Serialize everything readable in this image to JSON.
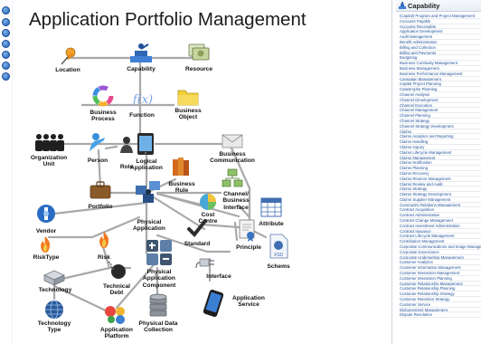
{
  "diagram": {
    "title": "Application Portfolio Management",
    "nodes": {
      "location": "Location",
      "capability": "Capability",
      "resource": "Resource",
      "business_process": "Business\nProcess",
      "function": "Function",
      "business_object": "Business\nObject",
      "organization_unit": "Organization\nUnit",
      "person": "Person",
      "role": "Role",
      "logical_application": "Logical\nApplication",
      "business_communication": "Business\nCommunication",
      "portfolio": "Portfolio",
      "business_rule": "Business\nRule",
      "channel_business_interface": "Channel/\nBusiness\nInterface",
      "cost_centre": "Cost\nCentre",
      "attribute": "Attribute",
      "vendor": "Vendor",
      "physical_application": "Physical\nApplication",
      "risk_type": "RiskType",
      "risk": "Risk",
      "standard": "Standard",
      "principle": "Principle",
      "schems": "Schems",
      "physical_application_component": "Physical\nApplication\nComponent",
      "technology": "Technology",
      "technical_debt": "Technical\nDebt",
      "interface": "Interface",
      "application_service": "Application\nService",
      "technology_type": "Technology\nType",
      "application_platform": "Application\nPlatform",
      "physical_data_collection": "Physical Data\nCollection"
    },
    "function_glyph": "f(x)",
    "xsd_glyph": "XSD"
  },
  "sidebar": {
    "icons": [
      "tool-icon",
      "tool-icon",
      "tool-icon",
      "tool-icon",
      "tool-icon",
      "tool-icon",
      "tool-icon"
    ]
  },
  "panel": {
    "title": "Capability",
    "items": [
      "(Capital) Program and Project Management",
      "Accounts Payable",
      "Accounts Receivable",
      "Application Development",
      "Audit Management",
      "Benefit Administration",
      "Billing and Collection",
      "Billing and Payments",
      "Budgeting",
      "Business Continuity Management",
      "Business Management",
      "Business Performance Management",
      "Campaign Management",
      "Capital Project Planning",
      "Catastrophe Planning",
      "Channel Analysis",
      "Channel Development",
      "Channel Execution",
      "Channel Management",
      "Channel Planning",
      "Channel Strategy",
      "Channel Strategy Development",
      "Claims",
      "Claims Analytics and Reporting",
      "Claims Handling",
      "Claims Inquiry",
      "Claims Lifecycle Management",
      "Claims Management",
      "Claims Notification",
      "Claims Planning",
      "Claims Recovery",
      "Claims Reserve Management",
      "Claims Review and Audit",
      "Claims Strategy",
      "Claims Strategy Development",
      "Claims Supplier Management",
      "Community Relations Management",
      "Contract Acquisition",
      "Contract Administration",
      "Contract Change Management",
      "Contract Investment Administration",
      "Contract Issuance",
      "Contract Lifecycle Management",
      "Contribution Management",
      "Corporate Communications and Image Management",
      "Corporate Governance",
      "Corporate Underwriting Management",
      "Customer Analytics",
      "Customer Information Management",
      "Customer Interaction Management",
      "Customer Interaction Planning",
      "Customer Relationship Management",
      "Customer Relationship Planning",
      "Customer Relationship Strategy",
      "Customer Retention Strategy",
      "Customer Service",
      "Disbursement Management",
      "Dispute Resolution"
    ]
  },
  "colors": {
    "wire": "#a9a9a9",
    "link": "#1d4f9a",
    "rail": "#1f5fb4"
  }
}
